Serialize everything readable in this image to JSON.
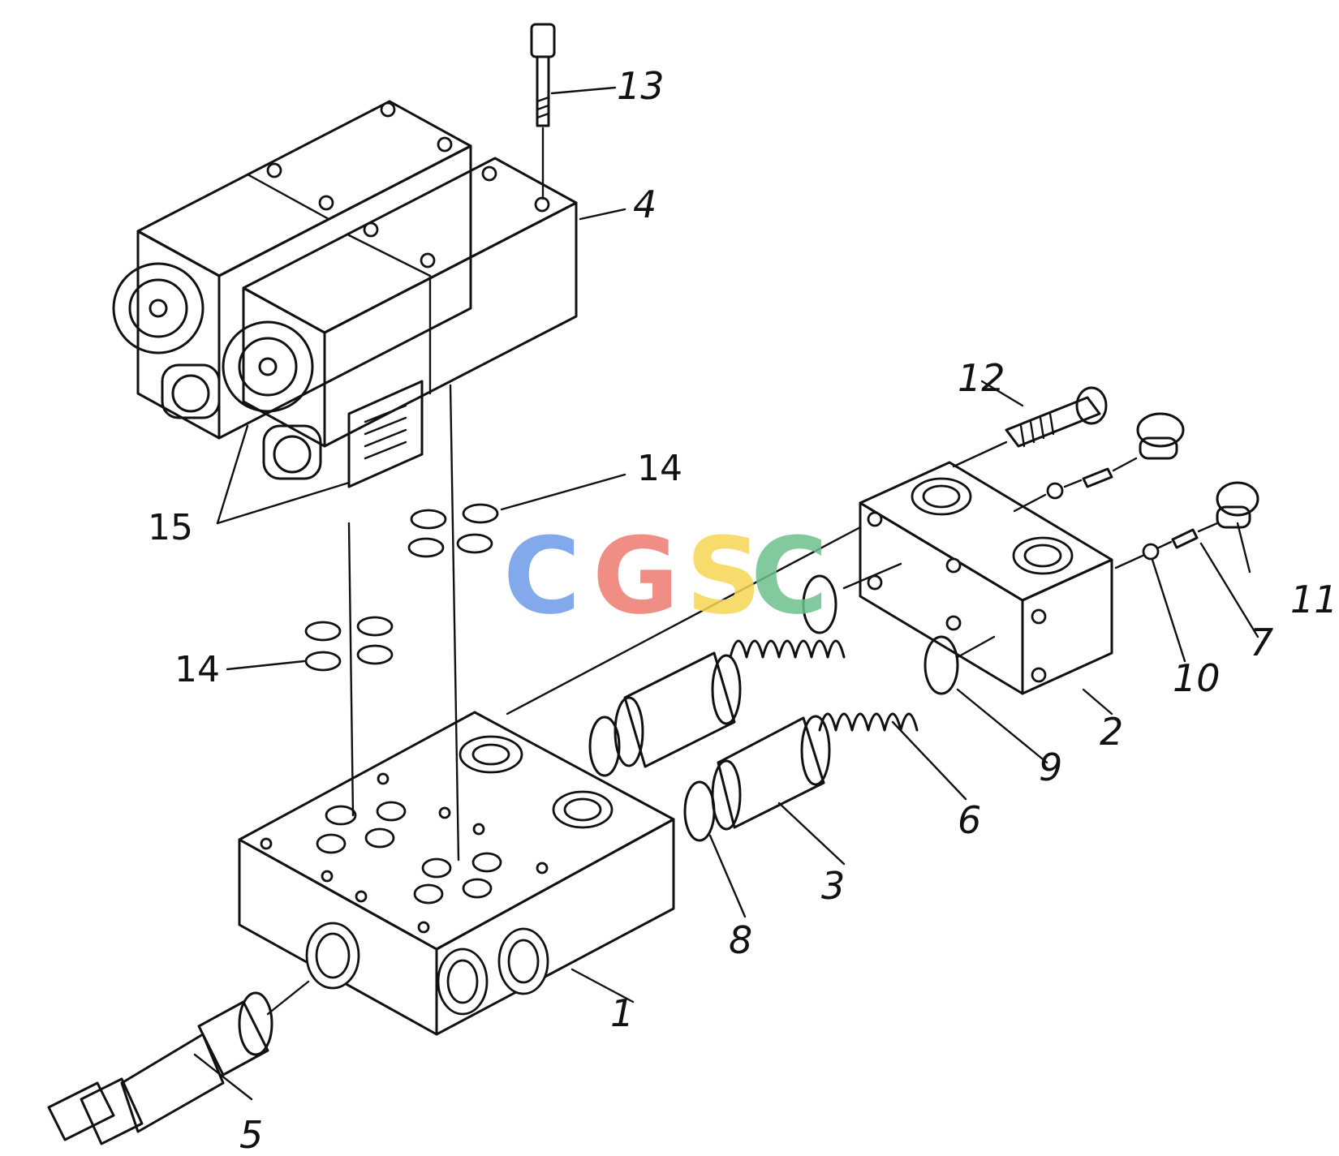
{
  "diagram": {
    "callouts": {
      "c1": "1",
      "c2": "2",
      "c3": "3",
      "c4": "4",
      "c5": "5",
      "c6": "6",
      "c7": "7",
      "c8": "8",
      "c9": "9",
      "c10": "10",
      "c11": "11",
      "c12": "12",
      "c13": "13",
      "c14a": "14",
      "c14b": "14",
      "c15": "15"
    },
    "watermark": {
      "c1": "C",
      "g": "G",
      "s": "S",
      "c2": "C"
    }
  },
  "colors": {
    "blue": "#6c9be8",
    "red": "#ee7b70",
    "yellow": "#f6d654",
    "green": "#6dc08e"
  }
}
